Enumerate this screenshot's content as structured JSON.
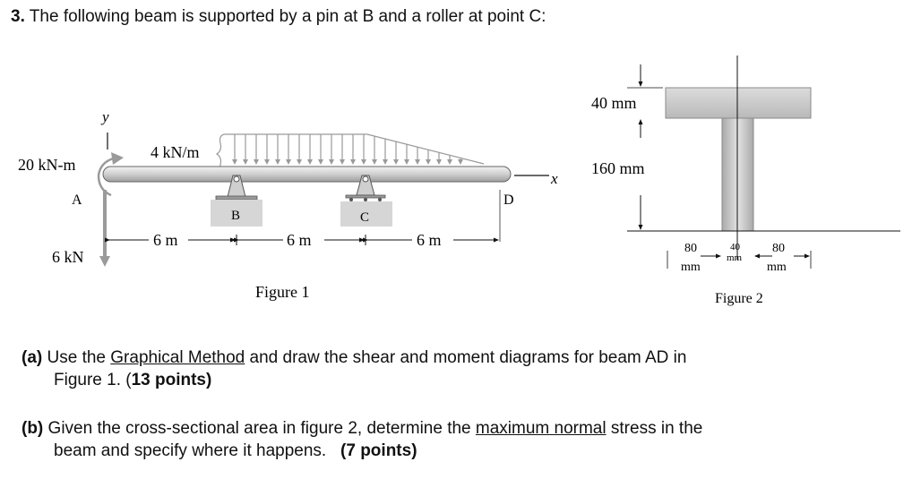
{
  "question": {
    "number": "3.",
    "text": "The following beam is supported by a pin at B and a roller at point C:"
  },
  "figure1": {
    "caption": "Figure 1",
    "moment_label": "20 kN-m",
    "load_label": "4 kN/m",
    "force_label": "6 kN",
    "axis_y": "y",
    "axis_x": "x",
    "points": {
      "A": "A",
      "B": "B",
      "C": "C",
      "D": "D"
    },
    "spans": [
      "6 m",
      "6 m",
      "6 m"
    ]
  },
  "figure2": {
    "caption": "Figure 2",
    "flange_thickness": "40 mm",
    "web_height": "160 mm",
    "left_overhang_value": "80",
    "left_overhang_unit": "mm",
    "web_width_value": "40",
    "web_width_unit": "mm",
    "right_overhang_value": "80",
    "right_overhang_unit": "mm"
  },
  "parts": {
    "a": {
      "label": "(a)",
      "text_before": "Use the",
      "link": "Graphical Method",
      "text_after": "and draw the shear and moment diagrams for beam AD in",
      "text_line2": "Figure 1. (",
      "points": "13 points)"
    },
    "b": {
      "label": "(b)",
      "text_before": "Given the cross-sectional area in figure 2, determine the",
      "link": "maximum normal",
      "text_after": "stress in the",
      "text_line2": "beam and specify where it happens.",
      "points": "(7 points)"
    }
  },
  "colors": {
    "beam_fill": "#d9d9d9",
    "beam_stroke": "#555555",
    "load_arrow": "#9a9a9a",
    "support_fill": "#cfcfcf",
    "ground_fill": "#c6c6c6",
    "section_fill": "#c8c8c8"
  }
}
